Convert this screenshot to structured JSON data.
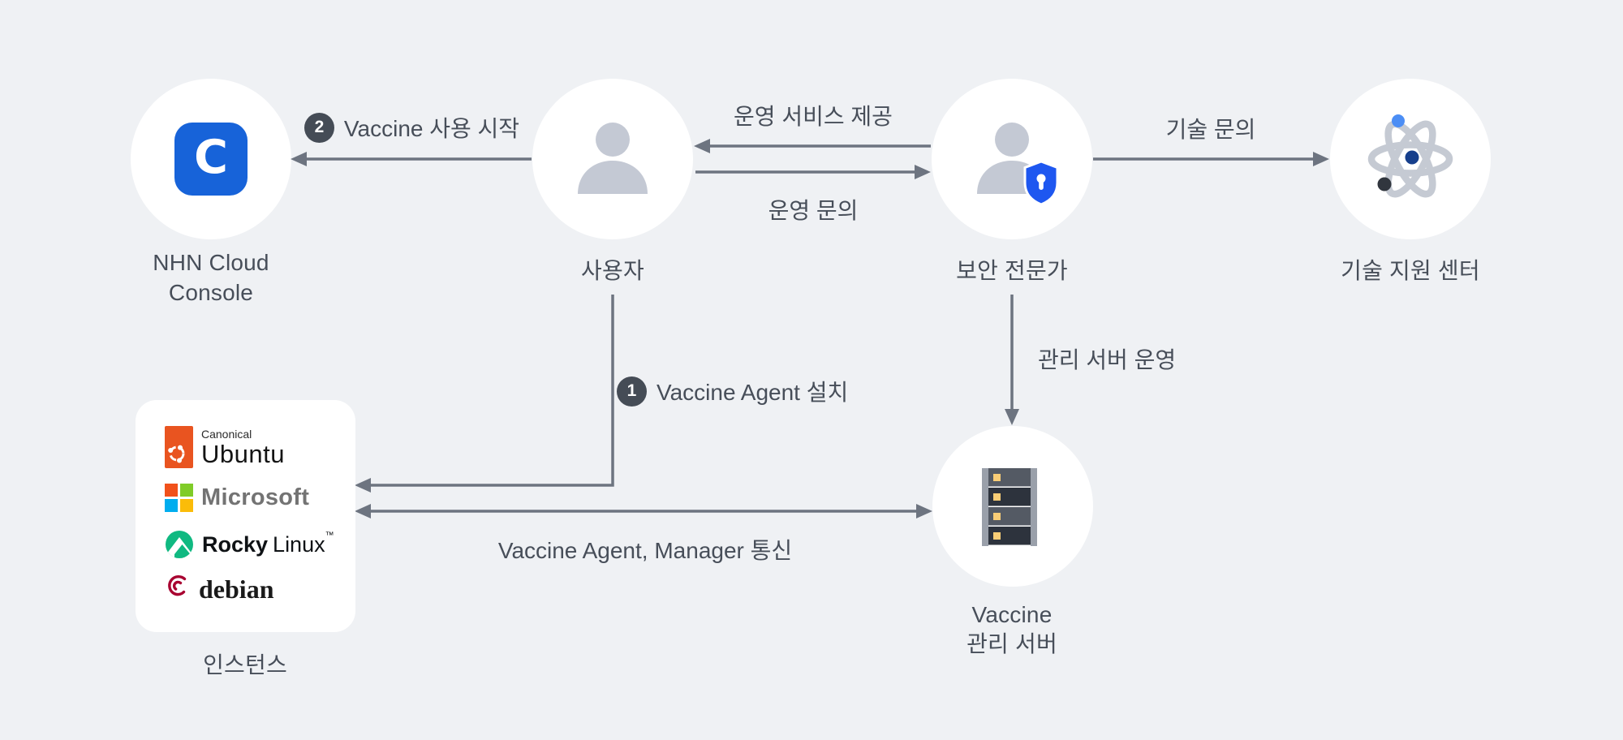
{
  "nodes": {
    "console": {
      "line1": "NHN Cloud",
      "line2": "Console",
      "logo_letter": "C"
    },
    "user": {
      "label": "사용자"
    },
    "security": {
      "label": "보안 전문가"
    },
    "support": {
      "label": "기술 지원 센터"
    },
    "instance": {
      "label": "인스턴스"
    },
    "server": {
      "line1": "Vaccine",
      "line2": "관리 서버"
    }
  },
  "edges": {
    "start_vaccine": {
      "badge": "2",
      "label": "Vaccine 사용 시작"
    },
    "ops_provide": {
      "label": "운영 서비스 제공"
    },
    "ops_ask": {
      "label": "운영 문의"
    },
    "tech_ask": {
      "label": "기술 문의"
    },
    "agent_install": {
      "badge": "1",
      "label": "Vaccine Agent 설치"
    },
    "server_operate": {
      "label": "관리 서버 운영"
    },
    "agent_comm": {
      "label": "Vaccine Agent, Manager 통신"
    }
  },
  "logos": {
    "ubuntu": {
      "company": "Canonical",
      "product": "Ubuntu"
    },
    "microsoft": {
      "name": "Microsoft"
    },
    "rocky": {
      "name_bold": "Rocky",
      "name_light": "Linux",
      "tm": "™"
    },
    "debian": {
      "name": "debian"
    }
  },
  "colors": {
    "background": "#eff1f4",
    "node_fill": "#ffffff",
    "arrow": "#6d7480",
    "label_text": "#474e59",
    "badge_bg": "#454c56",
    "console_blue": "#1763d9",
    "shield_blue": "#1e57f0",
    "person_gray": "#c4c9d4",
    "atom_gray": "#c5cad3",
    "atom_dot_lightblue": "#4c8ef5",
    "atom_dot_navy": "#163f8c",
    "atom_dot_dark": "#31363e",
    "ubuntu_orange": "#E95420",
    "ms_red": "#F1511B",
    "ms_green": "#80CC28",
    "ms_blue": "#00ADEF",
    "ms_yellow": "#FBBC09",
    "rocky_green": "#10B981",
    "debian_red": "#A80030",
    "server_rail": "#9aa0aa",
    "server_slat_light": "#545a64",
    "server_slat_dark": "#2d333d",
    "server_led": "#f9cd76"
  }
}
